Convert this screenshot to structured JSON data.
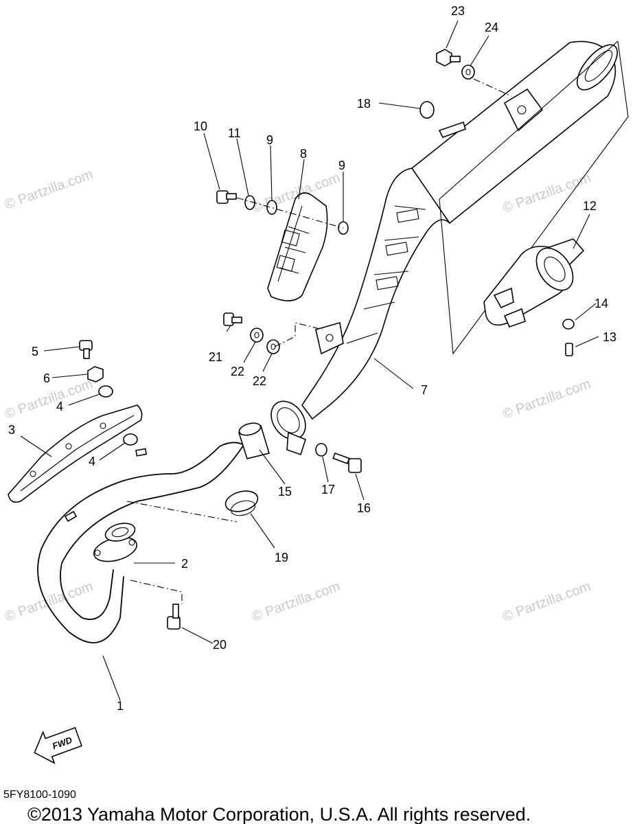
{
  "watermark": "© Partzilla.com",
  "diagram_code": "5FY8100-1090",
  "copyright": "©2013 Yamaha Motor Corporation, U.S.A. All rights reserved.",
  "fwd_label": "FWD",
  "callouts": {
    "c1": "1",
    "c2": "2",
    "c3": "3",
    "c4a": "4",
    "c4b": "4",
    "c5": "5",
    "c6": "6",
    "c7": "7",
    "c8": "8",
    "c9a": "9",
    "c9b": "9",
    "c10": "10",
    "c11": "11",
    "c12": "12",
    "c13": "13",
    "c14": "14",
    "c15": "15",
    "c16": "16",
    "c17": "17",
    "c18": "18",
    "c19": "19",
    "c20": "20",
    "c21": "21",
    "c22a": "22",
    "c22b": "22",
    "c23": "23",
    "c24": "24"
  }
}
